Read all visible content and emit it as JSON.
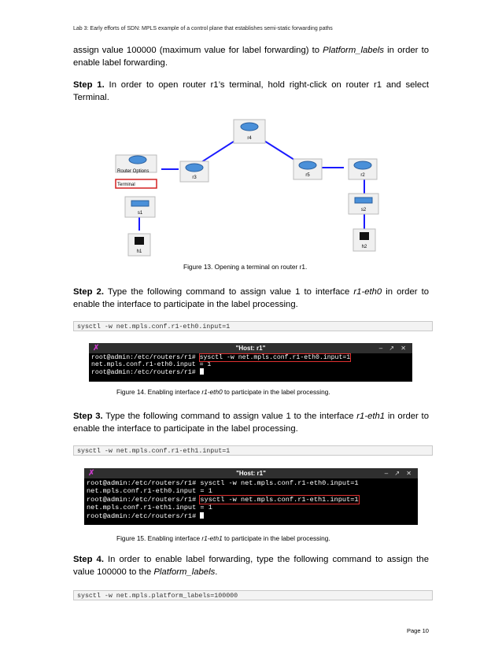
{
  "header": "Lab 3: Early efforts of SDN: MPLS example of a control plane that establishes semi-static forwarding paths",
  "intro": {
    "pre": "assign value 100000 (maximum value for label forwarding) to ",
    "em": "Platform_labels",
    "post": " in order to enable label forwarding."
  },
  "step1": {
    "label": "Step 1.",
    "text": " In order to open router r1’s terminal, hold right-click on router r1 and select Terminal."
  },
  "topology": {
    "nodes": [
      "r4",
      "r3",
      "r5",
      "r2",
      "s1",
      "s2",
      "h1",
      "h2"
    ],
    "menu_title": "Router Options",
    "menu_item": "Terminal",
    "colors": {
      "link": "#1a1aff",
      "router": "#4a90d9",
      "menu_highlight": "#d42020"
    }
  },
  "fig13_caption": "Figure 13. Opening a terminal on router r1.",
  "step2": {
    "label": "Step 2.",
    "pre": " Type the following command to assign value 1 to interface ",
    "em": "r1-eth0",
    "post": " in order to enable the interface to participate in the label processing."
  },
  "cmd1": "sysctl -w net.mpls.conf.r1-eth0.input=1",
  "term1": {
    "title": "\"Host: r1\"",
    "controls": "– ↗ ✕",
    "prompt": "root@admin:/etc/routers/r1#",
    "cmd": "sysctl -w net.mpls.conf.r1-eth0.input=1",
    "out": "net.mpls.conf.r1-eth0.input = 1"
  },
  "fig14_caption": {
    "pre": "Figure 14. Enabling interface ",
    "em": "r1-eth0",
    "post": " to participate in the label processing."
  },
  "step3": {
    "label": "Step 3.",
    "pre": " Type the following command to assign value 1 to the interface ",
    "em": "r1-eth1",
    "post": " in order to enable the interface to participate in the label processing."
  },
  "cmd2": "sysctl -w net.mpls.conf.r1-eth1.input=1",
  "term2": {
    "title": "\"Host: r1\"",
    "controls": "– ↗ ✕",
    "prompt": "root@admin:/etc/routers/r1#",
    "cmd_a": "sysctl -w net.mpls.conf.r1-eth0.input=1",
    "out_a": "net.mpls.conf.r1-eth0.input = 1",
    "cmd_b": "sysctl -w net.mpls.conf.r1-eth1.input=1",
    "out_b": "net.mpls.conf.r1-eth1.input = 1"
  },
  "fig15_caption": {
    "pre": "Figure 15. Enabling interface ",
    "em": "r1-eth1",
    "post": " to participate in the label processing."
  },
  "step4": {
    "label": "Step 4.",
    "pre": " In order to enable label forwarding, type the following command to assign the value 100000 to the ",
    "em": "Platform_labels",
    "post": "."
  },
  "cmd3": "sysctl -w net.mpls.platform_labels=100000",
  "page_number": "Page 10"
}
